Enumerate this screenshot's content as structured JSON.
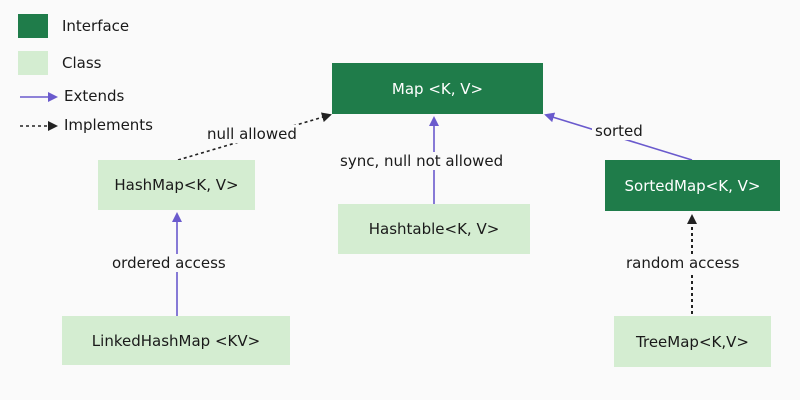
{
  "legend": {
    "interface": "Interface",
    "class": "Class",
    "extends": "Extends",
    "implements": "Implements"
  },
  "nodes": {
    "map": "Map <K, V>",
    "hashmap": "HashMap<K, V>",
    "hashtable": "Hashtable<K, V>",
    "sortedmap": "SortedMap<K, V>",
    "linkedhashmap": "LinkedHashMap <KV>",
    "treemap": "TreeMap<K,V>"
  },
  "edges": {
    "hashmap_map": "null allowed",
    "hashtable_map": "sync, null not allowed",
    "sortedmap_map": "sorted",
    "linked_hashmap": "ordered access",
    "treemap_sorted": "random access"
  },
  "colors": {
    "interface": "#1f7c4a",
    "class": "#d4edd1",
    "extends": "#6a5acd",
    "implements": "#222222"
  }
}
